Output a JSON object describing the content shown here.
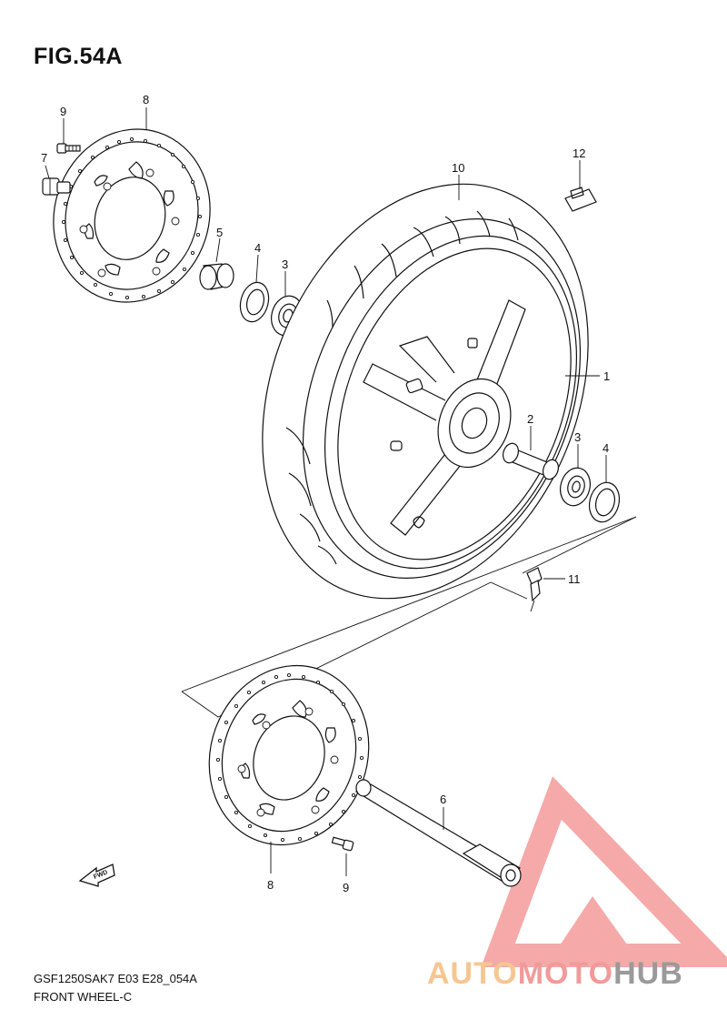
{
  "figure": {
    "title": "FIG.54A"
  },
  "callouts": {
    "p1": "1",
    "p2": "2",
    "p3_left": "3",
    "p3_right": "3",
    "p4_left": "4",
    "p4_right": "4",
    "p5": "5",
    "p6": "6",
    "p7": "7",
    "p8_top": "8",
    "p8_bottom": "8",
    "p9_top": "9",
    "p9_bottom": "9",
    "p10": "10",
    "p11": "11",
    "p12": "12"
  },
  "fwd_label": "FWD",
  "footer": {
    "model_code": "GSF1250SAK7 E03 E28_054A",
    "section_name": "FRONT WHEEL-C"
  },
  "watermark": {
    "part1": "AUTO",
    "part2": "MOTO",
    "part3": "HUB",
    "color_auto": "#f6c690",
    "color_moto": "#f29a9a",
    "color_hub": "#9a9a9a",
    "color_logo": "#f4a0a0"
  }
}
